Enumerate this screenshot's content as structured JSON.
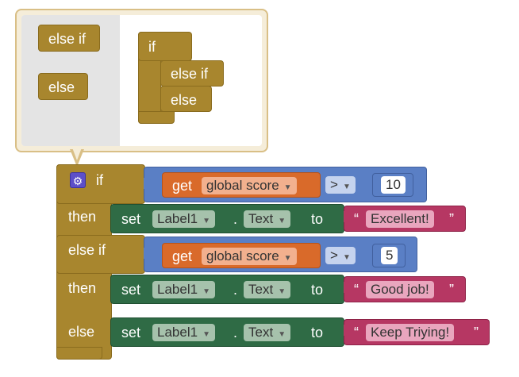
{
  "mutator": {
    "flyout": {
      "else_if": "else if",
      "else": "else"
    },
    "container": {
      "if": "if",
      "else_if": "else if",
      "else": "else"
    }
  },
  "block": {
    "if_label": "if",
    "then_label": "then",
    "else_if_label": "else if",
    "else_label": "else",
    "conditions": [
      {
        "get": "get",
        "variable": "global score",
        "operator": ">",
        "number": "10"
      },
      {
        "get": "get",
        "variable": "global score",
        "operator": ">",
        "number": "5"
      }
    ],
    "branches": [
      {
        "set": "set",
        "component": "Label1",
        "dot": ".",
        "property": "Text",
        "to": "to",
        "open_quote": "“",
        "text": "Excellent!",
        "close_quote": "”"
      },
      {
        "set": "set",
        "component": "Label1",
        "dot": ".",
        "property": "Text",
        "to": "to",
        "open_quote": "“",
        "text": "Good job!",
        "close_quote": "”"
      },
      {
        "set": "set",
        "component": "Label1",
        "dot": ".",
        "property": "Text",
        "to": "to",
        "open_quote": "“",
        "text": "Keep Triying!",
        "close_quote": "”"
      }
    ]
  },
  "icons": {
    "gear": "gear-icon",
    "dropdown": "dropdown-arrow-icon"
  },
  "colors": {
    "control": "#a8862e",
    "math": "#5a7fc5",
    "setter": "#2f6b45",
    "getter": "#d96a2a",
    "text": "#b63763",
    "mutator": "#5d4fc9"
  }
}
